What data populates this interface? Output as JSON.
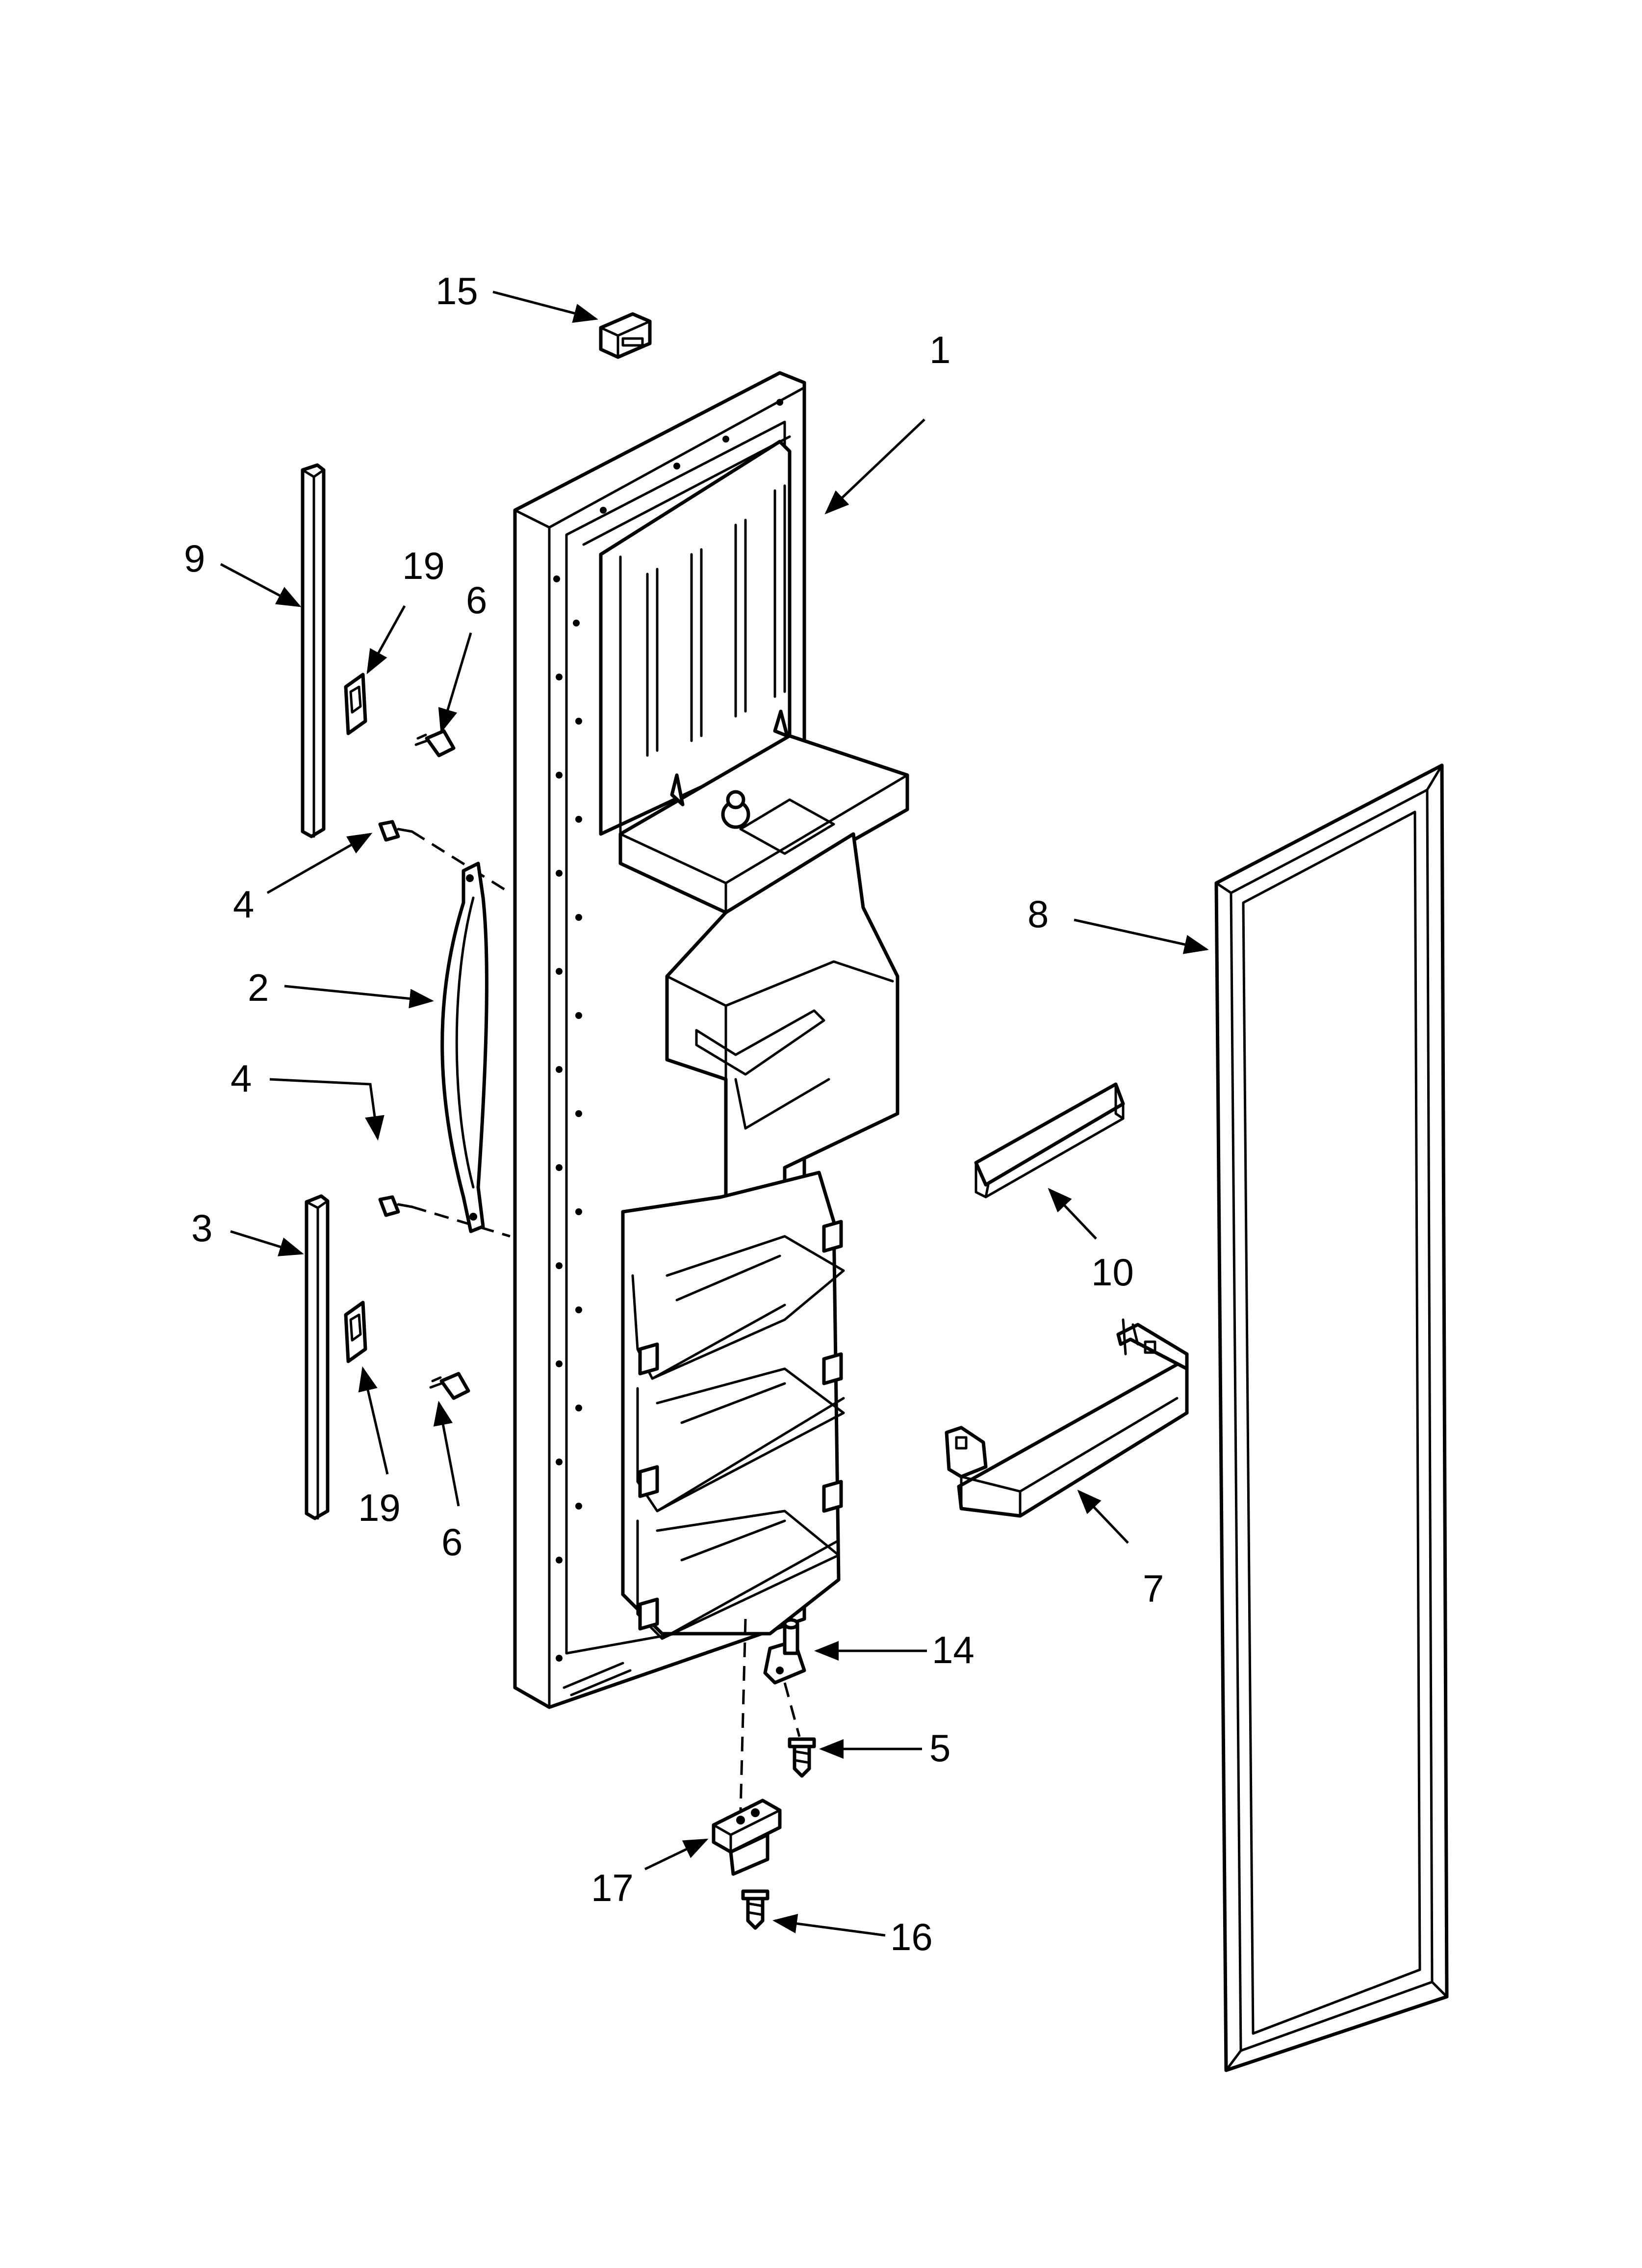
{
  "callouts": [
    {
      "id": "c15a",
      "text": "15"
    },
    {
      "id": "c1",
      "text": "1"
    },
    {
      "id": "c9",
      "text": "9"
    },
    {
      "id": "c19a",
      "text": "19"
    },
    {
      "id": "c6a",
      "text": "6"
    },
    {
      "id": "c4a",
      "text": "4"
    },
    {
      "id": "c2",
      "text": "2"
    },
    {
      "id": "c4b",
      "text": "4"
    },
    {
      "id": "c3",
      "text": "3"
    },
    {
      "id": "c19b",
      "text": "19"
    },
    {
      "id": "c6b",
      "text": "6"
    },
    {
      "id": "c8",
      "text": "8"
    },
    {
      "id": "c10",
      "text": "10"
    },
    {
      "id": "c7",
      "text": "7"
    },
    {
      "id": "c14",
      "text": "14"
    },
    {
      "id": "c5",
      "text": "5"
    },
    {
      "id": "c17",
      "text": "17"
    },
    {
      "id": "c16",
      "text": "16"
    }
  ]
}
